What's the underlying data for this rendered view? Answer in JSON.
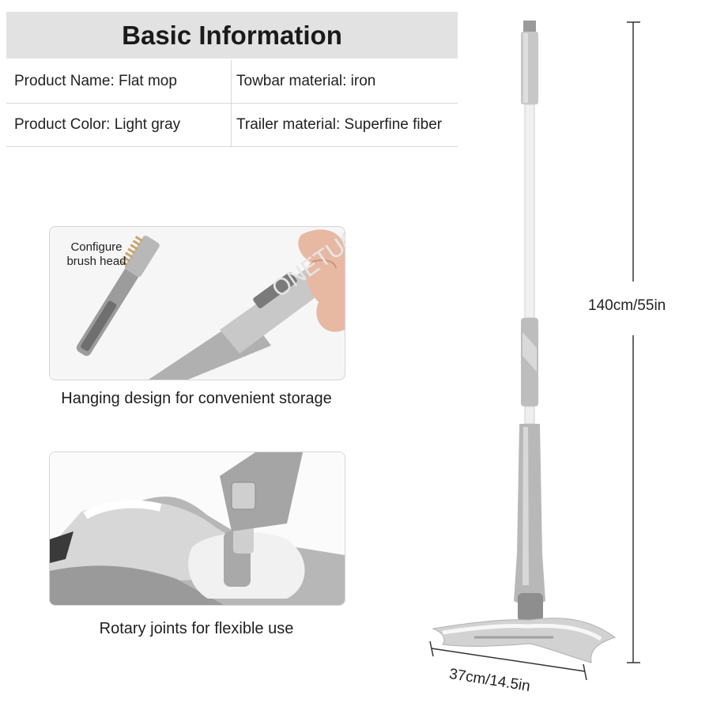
{
  "info": {
    "title": "Basic Information",
    "rows": [
      {
        "left": "Product Name: Flat mop",
        "right": "Towbar material: iron"
      },
      {
        "left": "Product Color: Light gray",
        "right": "Trailer material: Superfine fiber"
      }
    ]
  },
  "features": [
    {
      "label": "Configure brush head",
      "caption": "Hanging design for convenient storage"
    },
    {
      "caption": "Rotary joints for flexible use"
    }
  ],
  "dimensions": {
    "height": "140cm/55in",
    "width": "37cm/14.5in"
  },
  "watermark": "ONETUONE",
  "colors": {
    "header_bg": "#e2e2e2",
    "mop_gray": "#a9a9a9",
    "mop_white": "#f2f2f2"
  }
}
